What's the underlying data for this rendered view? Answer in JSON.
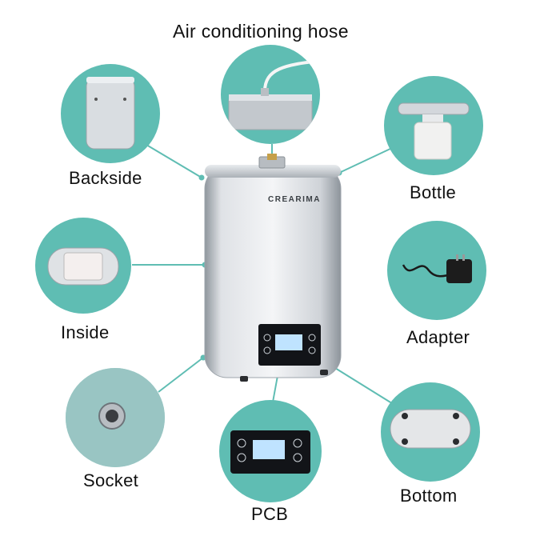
{
  "title": "Air conditioning hose",
  "brand_text": "CREARIMA",
  "colors": {
    "teal": "#5fbdb3",
    "line": "#5fbdb3",
    "metal_light": "#eef0f2",
    "metal_mid": "#c9ced3",
    "metal_dark": "#9aa1a8",
    "panel": "#121418",
    "lcd": "#bfe3ff"
  },
  "callouts": {
    "backside": {
      "label": "Backside",
      "icon": "backside-view-icon"
    },
    "bottle": {
      "label": "Bottle",
      "icon": "bottle-icon"
    },
    "inside": {
      "label": "Inside",
      "icon": "inside-view-icon"
    },
    "adapter": {
      "label": "Adapter",
      "icon": "power-adapter-icon"
    },
    "socket": {
      "label": "Socket",
      "icon": "socket-icon"
    },
    "pcb": {
      "label": "PCB",
      "icon": "control-panel-icon"
    },
    "bottom": {
      "label": "Bottom",
      "icon": "bottom-view-icon"
    }
  }
}
